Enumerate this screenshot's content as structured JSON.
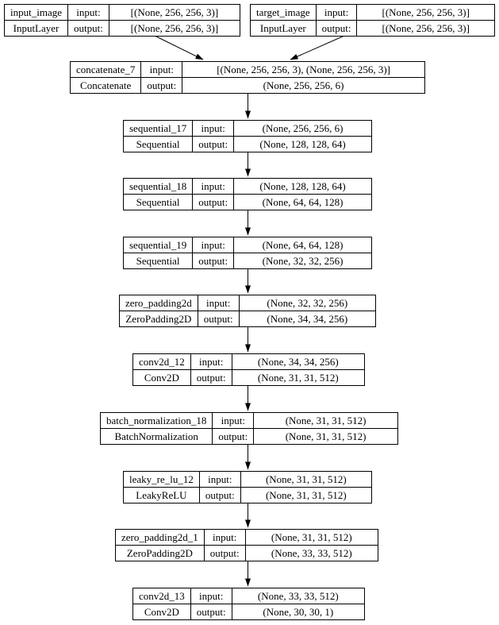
{
  "diagram": {
    "kind": "keras-model-plot",
    "background_color": "#ffffff",
    "line_color": "#000000",
    "text_color": "#000000"
  },
  "labels": {
    "input": "input:",
    "output": "output:"
  },
  "nodes": [
    {
      "name": "input_image",
      "type": "InputLayer",
      "input_shape": "[(None, 256, 256, 3)]",
      "output_shape": "[(None, 256, 256, 3)]"
    },
    {
      "name": "target_image",
      "type": "InputLayer",
      "input_shape": "[(None, 256, 256, 3)]",
      "output_shape": "[(None, 256, 256, 3)]"
    },
    {
      "name": "concatenate_7",
      "type": "Concatenate",
      "input_shape": "[(None, 256, 256, 3), (None, 256, 256, 3)]",
      "output_shape": "(None, 256, 256, 6)"
    },
    {
      "name": "sequential_17",
      "type": "Sequential",
      "input_shape": "(None, 256, 256, 6)",
      "output_shape": "(None, 128, 128, 64)"
    },
    {
      "name": "sequential_18",
      "type": "Sequential",
      "input_shape": "(None, 128, 128, 64)",
      "output_shape": "(None, 64, 64, 128)"
    },
    {
      "name": "sequential_19",
      "type": "Sequential",
      "input_shape": "(None, 64, 64, 128)",
      "output_shape": "(None, 32, 32, 256)"
    },
    {
      "name": "zero_padding2d",
      "type": "ZeroPadding2D",
      "input_shape": "(None, 32, 32, 256)",
      "output_shape": "(None, 34, 34, 256)"
    },
    {
      "name": "conv2d_12",
      "type": "Conv2D",
      "input_shape": "(None, 34, 34, 256)",
      "output_shape": "(None, 31, 31, 512)"
    },
    {
      "name": "batch_normalization_18",
      "type": "BatchNormalization",
      "input_shape": "(None, 31, 31, 512)",
      "output_shape": "(None, 31, 31, 512)"
    },
    {
      "name": "leaky_re_lu_12",
      "type": "LeakyReLU",
      "input_shape": "(None, 31, 31, 512)",
      "output_shape": "(None, 31, 31, 512)"
    },
    {
      "name": "zero_padding2d_1",
      "type": "ZeroPadding2D",
      "input_shape": "(None, 31, 31, 512)",
      "output_shape": "(None, 33, 33, 512)"
    },
    {
      "name": "conv2d_13",
      "type": "Conv2D",
      "input_shape": "(None, 33, 33, 512)",
      "output_shape": "(None, 30, 30, 1)"
    }
  ],
  "edges": [
    {
      "from": "input_image",
      "to": "concatenate_7"
    },
    {
      "from": "target_image",
      "to": "concatenate_7"
    },
    {
      "from": "concatenate_7",
      "to": "sequential_17"
    },
    {
      "from": "sequential_17",
      "to": "sequential_18"
    },
    {
      "from": "sequential_18",
      "to": "sequential_19"
    },
    {
      "from": "sequential_19",
      "to": "zero_padding2d"
    },
    {
      "from": "zero_padding2d",
      "to": "conv2d_12"
    },
    {
      "from": "conv2d_12",
      "to": "batch_normalization_18"
    },
    {
      "from": "batch_normalization_18",
      "to": "leaky_re_lu_12"
    },
    {
      "from": "leaky_re_lu_12",
      "to": "zero_padding2d_1"
    },
    {
      "from": "zero_padding2d_1",
      "to": "conv2d_13"
    }
  ]
}
